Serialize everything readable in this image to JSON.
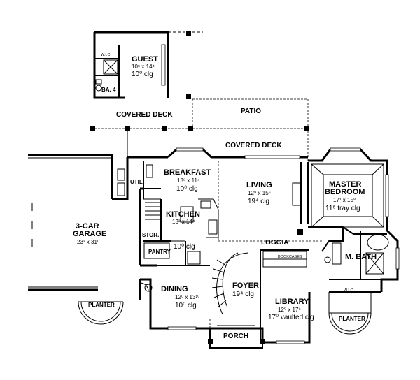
{
  "rooms": {
    "guest": {
      "name": "GUEST",
      "dims": "10⁶ x 14⁴",
      "ceiling": "10⁰ clg"
    },
    "wic_guest": {
      "name": "W.I.C."
    },
    "ba4": {
      "name": "BA. 4"
    },
    "covered_deck_left": {
      "name": "COVERED DECK"
    },
    "patio": {
      "name": "PATIO"
    },
    "covered_deck_main": {
      "name": "COVERED DECK"
    },
    "breakfast": {
      "name": "BREAKFAST",
      "dims": "13⁶ x 11⁴",
      "ceiling": "10⁰ clg"
    },
    "util": {
      "name": "UTIL."
    },
    "living": {
      "name": "LIVING",
      "dims": "12⁹ x 15⁶",
      "ceiling": "19⁴ clg"
    },
    "master_bedroom": {
      "name_line1": "MASTER",
      "name_line2": "BEDROOM",
      "dims": "17¹ x 15⁸",
      "ceiling": "11⁶ tray clg"
    },
    "garage": {
      "name_line1": "3-CAR",
      "name_line2": "GARAGE",
      "dims": "23² x 31⁰"
    },
    "kitchen": {
      "name": "KITCHEN",
      "dims": "13³ x 14⁴",
      "ceiling": "10⁰ clg"
    },
    "stor": {
      "name": "STOR."
    },
    "pantry": {
      "name": "PANTRY"
    },
    "loggia": {
      "name": "LOGGIA"
    },
    "master_bath": {
      "name": "M. BATH"
    },
    "wic_master": {
      "name": "W.I.C."
    },
    "bookcases": {
      "name": "BOOKCASES"
    },
    "dining": {
      "name": "DINING",
      "dims": "12⁰ x 13¹⁰",
      "ceiling": "10⁰ clg"
    },
    "foyer": {
      "name": "FOYER",
      "ceiling": "19⁴ clg"
    },
    "library": {
      "name": "LIBRARY",
      "dims": "12⁰ x 17⁶",
      "ceiling": "17⁰ vaulted clg"
    },
    "planter_left": {
      "name": "PLANTER"
    },
    "planter_right": {
      "name": "PLANTER"
    },
    "porch": {
      "name": "PORCH"
    }
  }
}
